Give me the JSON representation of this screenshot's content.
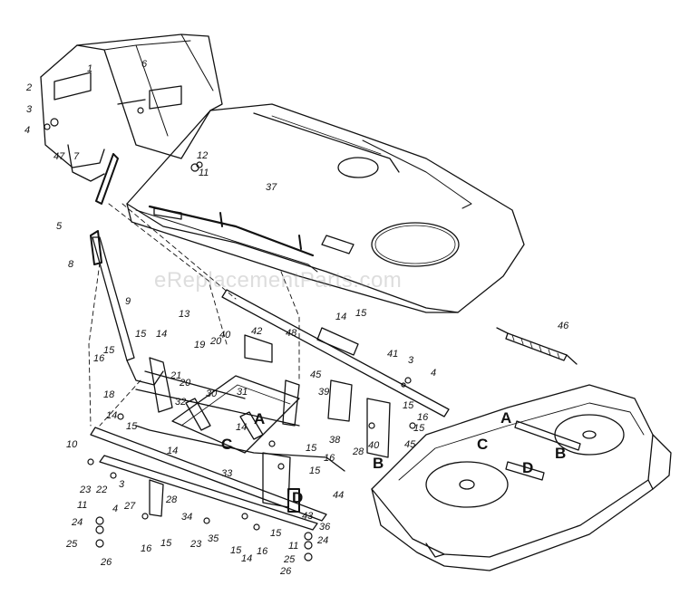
{
  "watermark": "eReplacementParts.com",
  "colors": {
    "ink": "#111111",
    "paper": "#ffffff",
    "watermark": "#9a9a9a"
  },
  "callouts": [
    {
      "id": "c-1",
      "text": "1"
    },
    {
      "id": "c-2",
      "text": "2"
    },
    {
      "id": "c-3a",
      "text": "3"
    },
    {
      "id": "c-4a",
      "text": "4"
    },
    {
      "id": "c-47",
      "text": "47"
    },
    {
      "id": "c-7",
      "text": "7"
    },
    {
      "id": "c-6",
      "text": "6"
    },
    {
      "id": "c-12",
      "text": "12"
    },
    {
      "id": "c-11a",
      "text": "11"
    },
    {
      "id": "c-5",
      "text": "5"
    },
    {
      "id": "c-37",
      "text": "37"
    },
    {
      "id": "c-8",
      "text": "8"
    },
    {
      "id": "c-9",
      "text": "9"
    },
    {
      "id": "c-13",
      "text": "13"
    },
    {
      "id": "c-15a",
      "text": "15"
    },
    {
      "id": "c-14a",
      "text": "14"
    },
    {
      "id": "c-15b",
      "text": "15"
    },
    {
      "id": "c-16a",
      "text": "16"
    },
    {
      "id": "c-19",
      "text": "19"
    },
    {
      "id": "c-20a",
      "text": "20"
    },
    {
      "id": "c-40a",
      "text": "40"
    },
    {
      "id": "c-42",
      "text": "42"
    },
    {
      "id": "c-48",
      "text": "48"
    },
    {
      "id": "c-14b",
      "text": "14"
    },
    {
      "id": "c-15c",
      "text": "15"
    },
    {
      "id": "c-46",
      "text": "46"
    },
    {
      "id": "c-21",
      "text": "21"
    },
    {
      "id": "c-20b",
      "text": "20"
    },
    {
      "id": "c-18",
      "text": "18"
    },
    {
      "id": "c-32",
      "text": "32"
    },
    {
      "id": "c-30",
      "text": "30"
    },
    {
      "id": "c-31",
      "text": "31"
    },
    {
      "id": "c-45a",
      "text": "45"
    },
    {
      "id": "c-41",
      "text": "41"
    },
    {
      "id": "c-3b",
      "text": "3"
    },
    {
      "id": "c-4b",
      "text": "4"
    },
    {
      "id": "c-39",
      "text": "39"
    },
    {
      "id": "c-14c",
      "text": "14"
    },
    {
      "id": "c-15d",
      "text": "15"
    },
    {
      "id": "c-14d",
      "text": "14"
    },
    {
      "id": "c-15e",
      "text": "15"
    },
    {
      "id": "c-16b",
      "text": "16"
    },
    {
      "id": "c-15f",
      "text": "15"
    },
    {
      "id": "c-38",
      "text": "38"
    },
    {
      "id": "c-40b",
      "text": "40"
    },
    {
      "id": "c-28a",
      "text": "28"
    },
    {
      "id": "c-45b",
      "text": "45"
    },
    {
      "id": "c-10",
      "text": "10"
    },
    {
      "id": "c-14e",
      "text": "14"
    },
    {
      "id": "c-15g",
      "text": "15"
    },
    {
      "id": "c-16c",
      "text": "16"
    },
    {
      "id": "c-15h",
      "text": "15"
    },
    {
      "id": "c-33",
      "text": "33"
    },
    {
      "id": "c-44",
      "text": "44"
    },
    {
      "id": "c-23a",
      "text": "23"
    },
    {
      "id": "c-22",
      "text": "22"
    },
    {
      "id": "c-3c",
      "text": "3"
    },
    {
      "id": "c-4c",
      "text": "4"
    },
    {
      "id": "c-27",
      "text": "27"
    },
    {
      "id": "c-28b",
      "text": "28"
    },
    {
      "id": "c-34",
      "text": "34"
    },
    {
      "id": "c-43",
      "text": "43"
    },
    {
      "id": "c-36",
      "text": "36"
    },
    {
      "id": "c-11b",
      "text": "11"
    },
    {
      "id": "c-24a",
      "text": "24"
    },
    {
      "id": "c-25a",
      "text": "25"
    },
    {
      "id": "c-26a",
      "text": "26"
    },
    {
      "id": "c-16d",
      "text": "16"
    },
    {
      "id": "c-15i",
      "text": "15"
    },
    {
      "id": "c-23b",
      "text": "23"
    },
    {
      "id": "c-35",
      "text": "35"
    },
    {
      "id": "c-15j",
      "text": "15"
    },
    {
      "id": "c-14f",
      "text": "14"
    },
    {
      "id": "c-16e",
      "text": "16"
    },
    {
      "id": "c-15k",
      "text": "15"
    },
    {
      "id": "c-11c",
      "text": "11"
    },
    {
      "id": "c-24b",
      "text": "24"
    },
    {
      "id": "c-25b",
      "text": "25"
    },
    {
      "id": "c-26b",
      "text": "26"
    }
  ],
  "reference_letters": [
    {
      "id": "L-A1",
      "text": "A"
    },
    {
      "id": "L-C1",
      "text": "C"
    },
    {
      "id": "L-B1",
      "text": "B"
    },
    {
      "id": "L-D1",
      "text": "D"
    },
    {
      "id": "L-A2",
      "text": "A"
    },
    {
      "id": "L-C2",
      "text": "C"
    },
    {
      "id": "L-B2",
      "text": "B"
    },
    {
      "id": "L-D2",
      "text": "D"
    }
  ]
}
